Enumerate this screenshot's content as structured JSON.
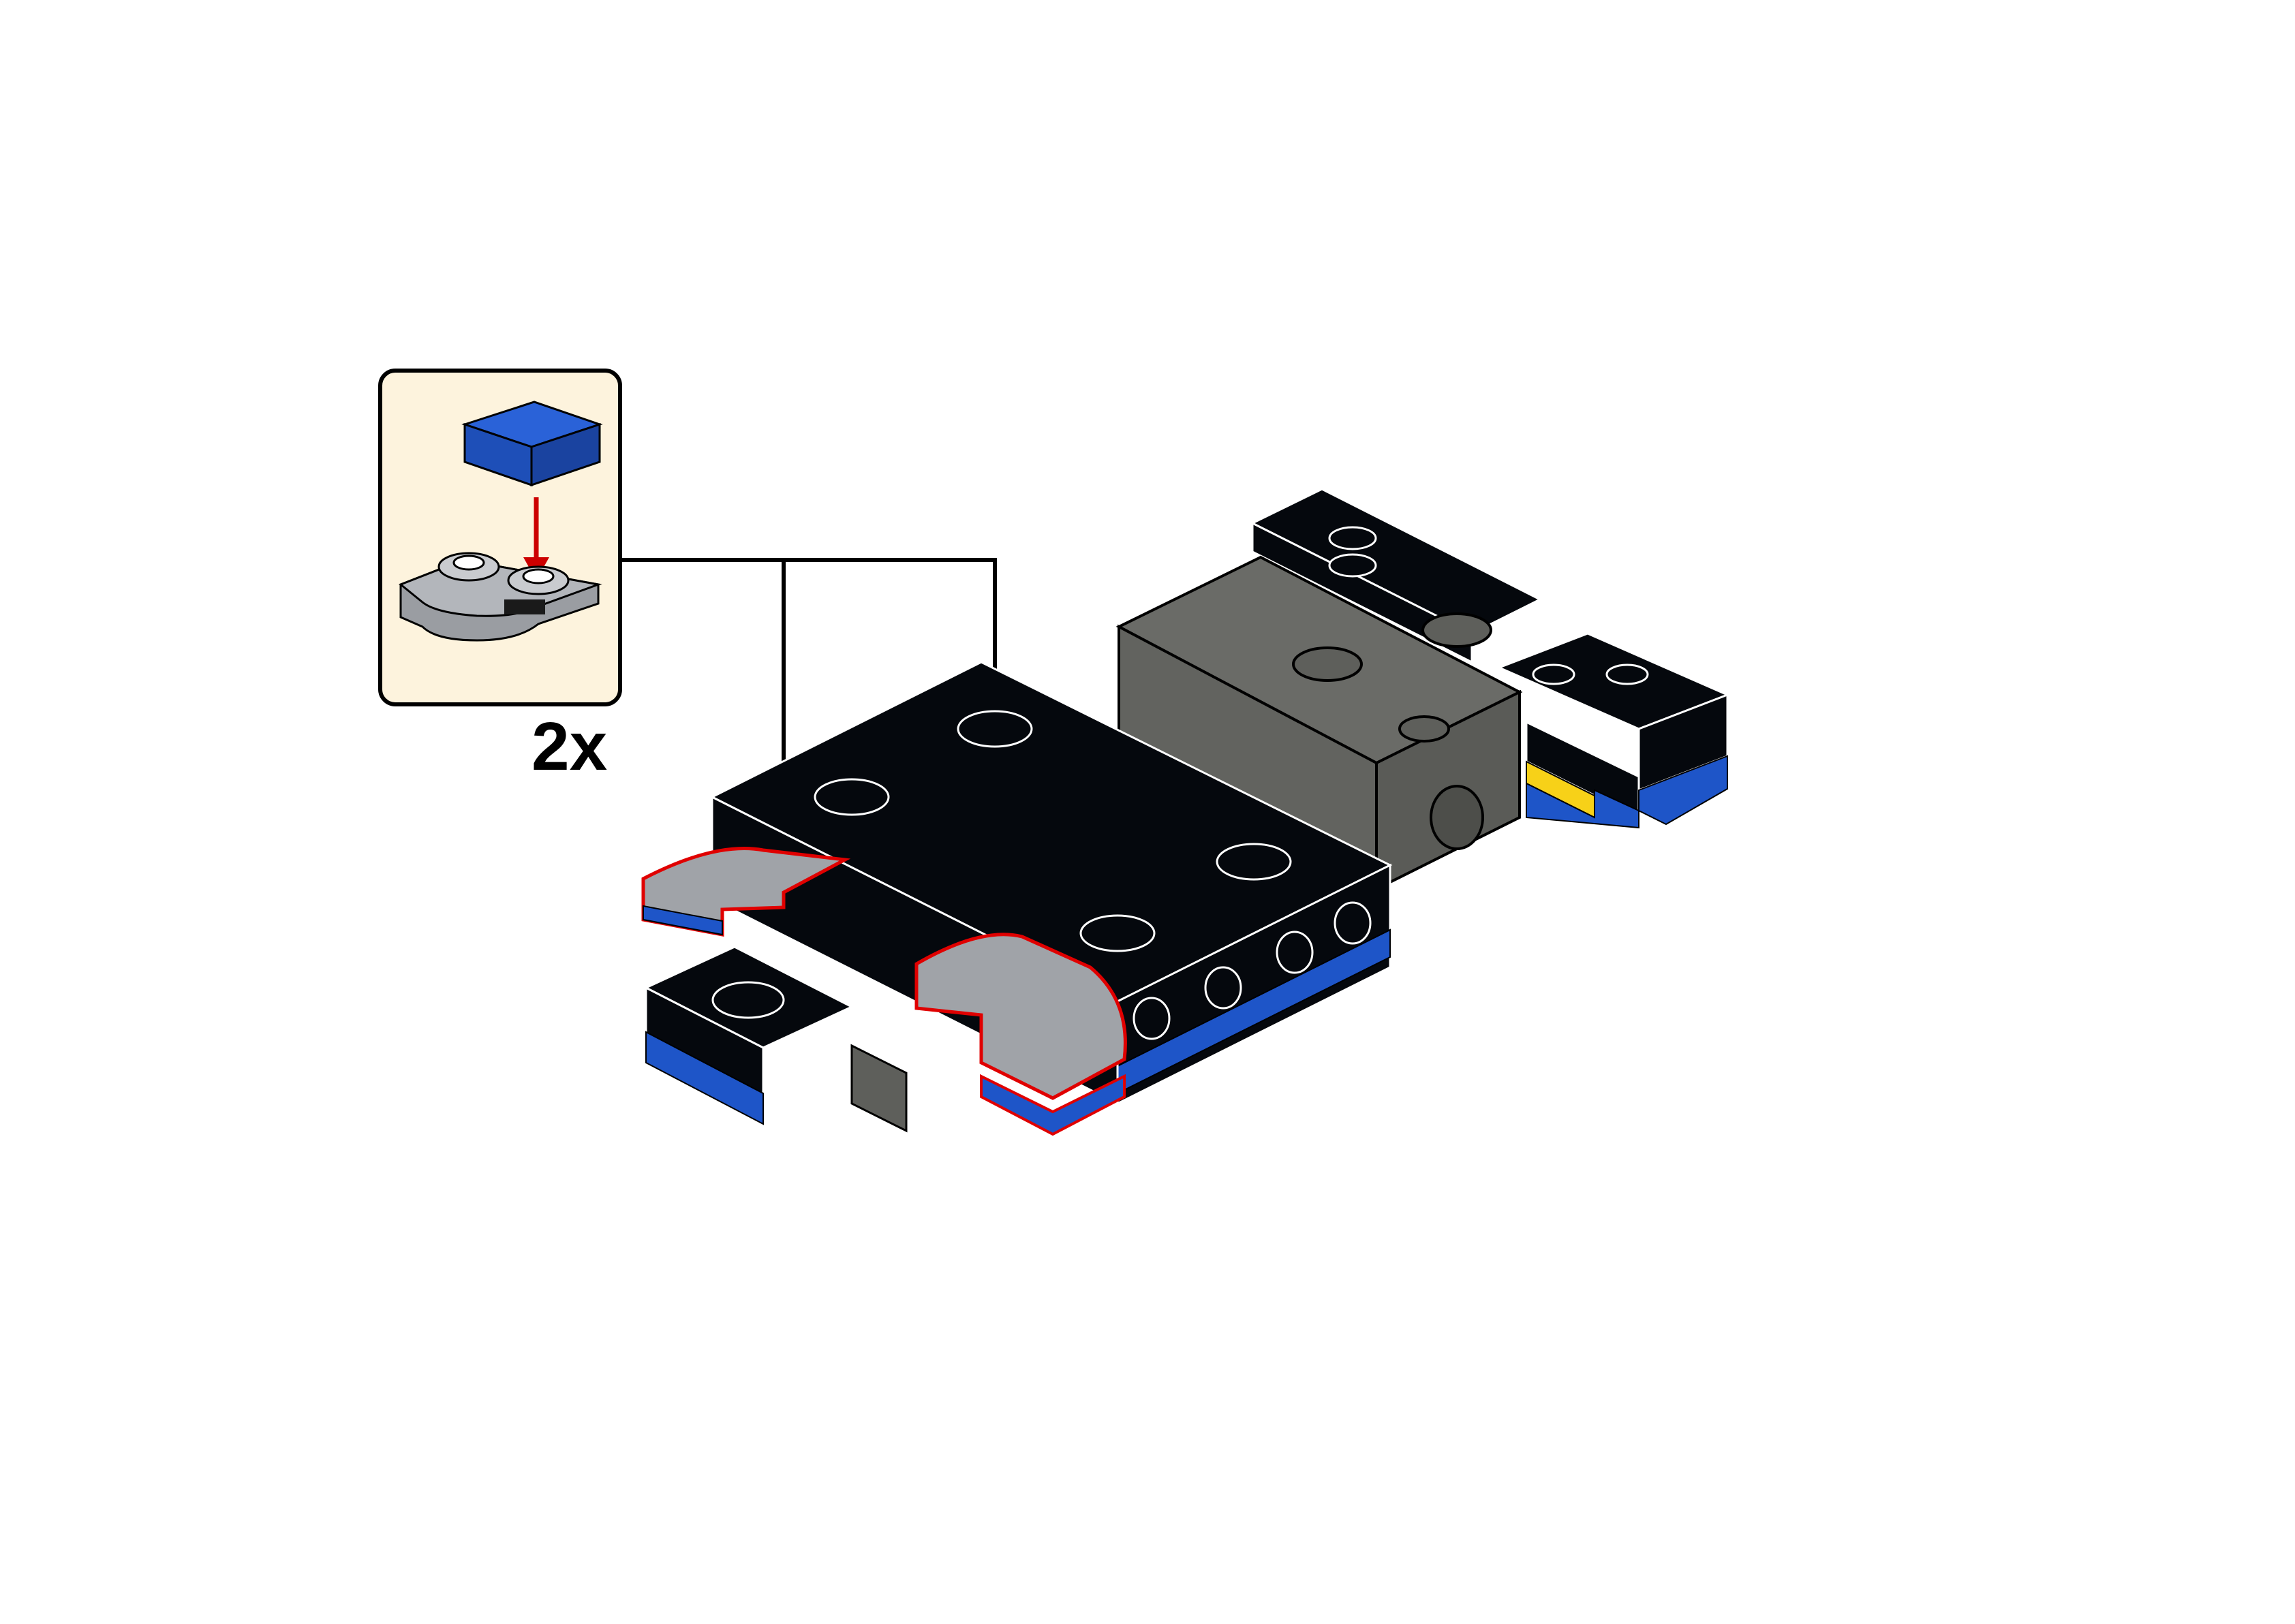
{
  "step": {
    "callout": {
      "quantity_label": "2x",
      "background_color": "#fdf3dd",
      "parts": [
        {
          "name": "blue-tile-1x1",
          "color": "#1e55c8"
        },
        {
          "name": "gray-round-plate-1x2-with-bow",
          "color": "#a0a3a8"
        }
      ],
      "arrow_color": "#cc0000"
    },
    "model": {
      "colors": {
        "black": "#05080d",
        "dark_gray": "#5e5f5b",
        "light_gray": "#a0a3a8",
        "blue": "#1e55c8",
        "yellow": "#f7d118",
        "highlight_outline": "#e00000"
      },
      "placement_count": 2
    }
  }
}
